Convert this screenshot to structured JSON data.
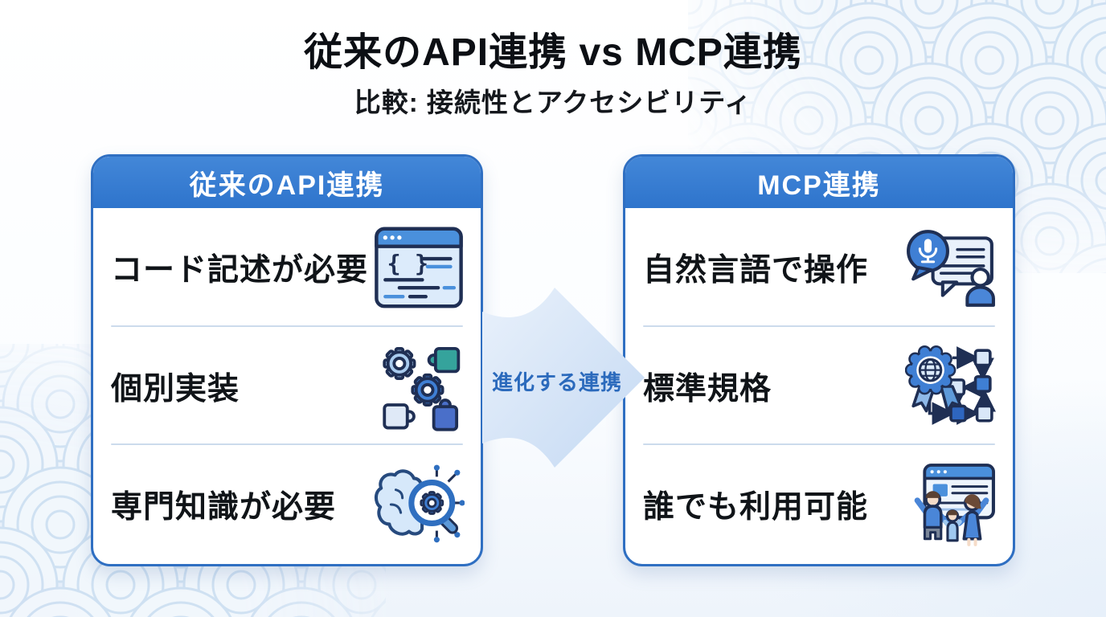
{
  "title": "従来のAPI連携 vs MCP連携",
  "subtitle": "比較: 接続性とアクセシビリティ",
  "arrow": {
    "label": "進化する連携"
  },
  "left_card": {
    "header": "従来のAPI連携",
    "rows": [
      {
        "label": "コード記述が必要",
        "icon": "code-window-icon",
        "icon_glyph": "{ }"
      },
      {
        "label": "個別実装",
        "icon": "gears-puzzle-icon"
      },
      {
        "label": "専門知識が必要",
        "icon": "brain-search-icon"
      }
    ]
  },
  "right_card": {
    "header": "MCP連携",
    "rows": [
      {
        "label": "自然言語で操作",
        "icon": "voice-chat-icon"
      },
      {
        "label": "標準規格",
        "icon": "standard-badge-icon"
      },
      {
        "label": "誰でも利用可能",
        "icon": "family-access-icon"
      }
    ]
  },
  "background": {
    "pattern": "seigaiha-waves"
  },
  "colors": {
    "header_blue": "#3079d2",
    "card_border": "#2f6fc2",
    "divider": "#ccdbec",
    "arrow_fill_light": "#e9f1fb",
    "arrow_fill_dark": "#c4d9f3",
    "arrow_text": "#2b6abc",
    "pattern_stroke": "#cddff1",
    "icon_navy": "#1f2f54",
    "icon_blue": "#3f7fd4",
    "icon_teal": "#35a39c"
  }
}
